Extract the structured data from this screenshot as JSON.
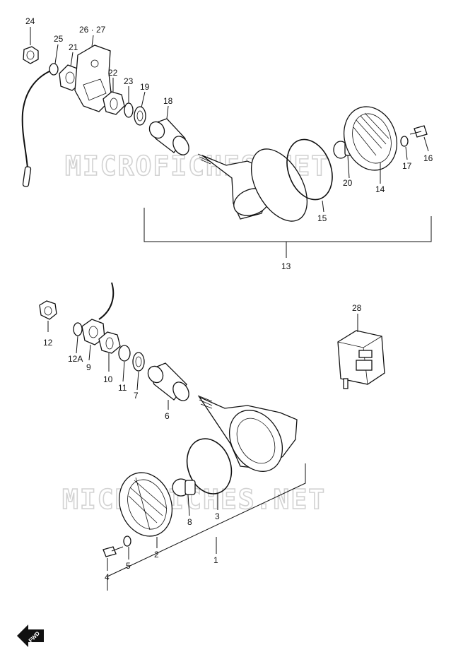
{
  "watermark": "MICROFICHES.NET",
  "direction_badge": "FWD",
  "callouts": [
    {
      "id": "c24",
      "label": "24"
    },
    {
      "id": "c25",
      "label": "25"
    },
    {
      "id": "c26",
      "label": "26 · 27"
    },
    {
      "id": "c21",
      "label": "21"
    },
    {
      "id": "c22",
      "label": "22"
    },
    {
      "id": "c23",
      "label": "23"
    },
    {
      "id": "c19",
      "label": "19"
    },
    {
      "id": "c18",
      "label": "18"
    },
    {
      "id": "c16",
      "label": "16"
    },
    {
      "id": "c17",
      "label": "17"
    },
    {
      "id": "c14",
      "label": "14"
    },
    {
      "id": "c20",
      "label": "20"
    },
    {
      "id": "c15",
      "label": "15"
    },
    {
      "id": "c13",
      "label": "13"
    },
    {
      "id": "c28",
      "label": "28"
    },
    {
      "id": "c12",
      "label": "12"
    },
    {
      "id": "c12a",
      "label": "12A"
    },
    {
      "id": "c9",
      "label": "9"
    },
    {
      "id": "c10",
      "label": "10"
    },
    {
      "id": "c11",
      "label": "11"
    },
    {
      "id": "c7",
      "label": "7"
    },
    {
      "id": "c6",
      "label": "6"
    },
    {
      "id": "c8",
      "label": "8"
    },
    {
      "id": "c3",
      "label": "3"
    },
    {
      "id": "c2",
      "label": "2"
    },
    {
      "id": "c5",
      "label": "5"
    },
    {
      "id": "c4",
      "label": "4"
    },
    {
      "id": "c1",
      "label": "1"
    }
  ]
}
